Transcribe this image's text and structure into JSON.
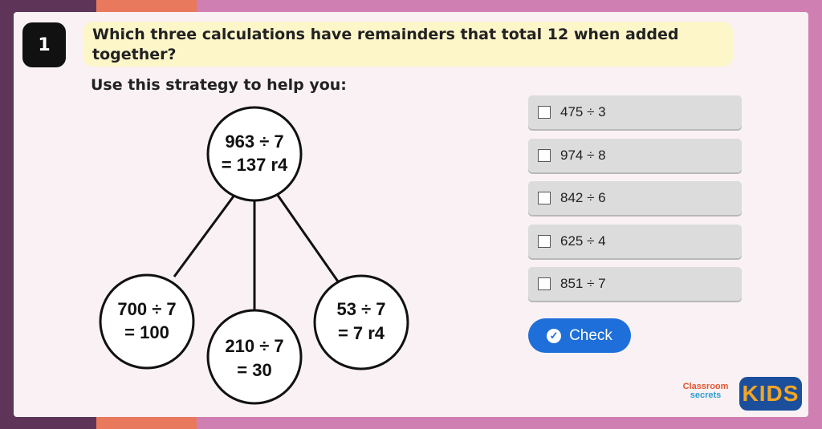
{
  "question": {
    "number": "1",
    "text": "Which three calculations have remainders that total 12 when added together?"
  },
  "strategy_label": "Use this strategy to help you:",
  "diagram": {
    "root": {
      "line1": "963 ÷ 7",
      "line2": "= 137 r4"
    },
    "children": [
      {
        "line1": "700 ÷ 7",
        "line2": "= 100"
      },
      {
        "line1": "210 ÷ 7",
        "line2": "= 30"
      },
      {
        "line1": "53 ÷ 7",
        "line2": "= 7 r4"
      }
    ]
  },
  "options": [
    {
      "label": "475 ÷ 3",
      "checked": false
    },
    {
      "label": "974 ÷ 8",
      "checked": false
    },
    {
      "label": "842 ÷ 6",
      "checked": false
    },
    {
      "label": "625 ÷ 4",
      "checked": false
    },
    {
      "label": "851 ÷ 7",
      "checked": false
    }
  ],
  "check_button": {
    "label": "Check",
    "icon": "check-circle-icon"
  },
  "logos": {
    "classroom_line1": "Classroom",
    "classroom_line2": "secrets",
    "kids": "KIDS"
  },
  "colors": {
    "question_bg": "#fdf6c9",
    "button_blue": "#1e6fd9",
    "option_bg": "#dcdcdc"
  }
}
